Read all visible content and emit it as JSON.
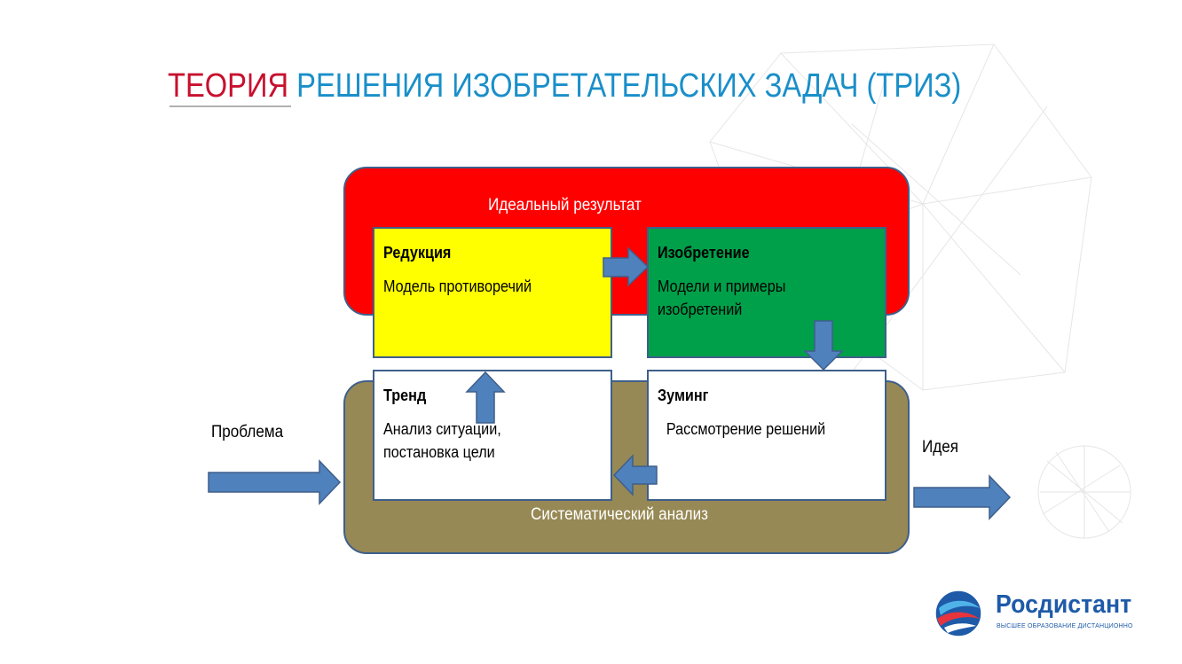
{
  "title": {
    "part_red": "ТЕОРИЯ",
    "part_blue": "РЕШЕНИЯ ИЗОБРЕТАТЕЛЬСКИХ ЗАДАЧ (ТРИЗ)"
  },
  "colors": {
    "title_red": "#c8102e",
    "title_blue": "#1a8fc9",
    "ideal_block": "#ff0000",
    "system_block": "#978955",
    "reduction_box": "#ffff00",
    "invention_box": "#00a04a",
    "arrow_fill": "#4f81bd",
    "arrow_stroke": "#3f5f8a",
    "logo_blue": "#1e5aa8"
  },
  "diagram": {
    "ideal_label": "Идеальный результат",
    "system_label": "Систематический анализ",
    "boxes": {
      "reduction": {
        "title": "Редукция",
        "text": "Модель противоречий"
      },
      "invention": {
        "title": "Изобретение",
        "text": "Модели и примеры изобретений"
      },
      "trend": {
        "title": "Тренд",
        "text": "Анализ ситуации, постановка цели"
      },
      "zoom": {
        "title": "Зуминг",
        "text": "Рассмотрение решений"
      }
    },
    "input_label": "Проблема",
    "output_label": "Идея"
  },
  "logo": {
    "icon": "rosdistant-globe-icon",
    "name": "Росдистант",
    "tagline": "ВЫСШЕЕ ОБРАЗОВАНИЕ ДИСТАНЦИОННО"
  }
}
